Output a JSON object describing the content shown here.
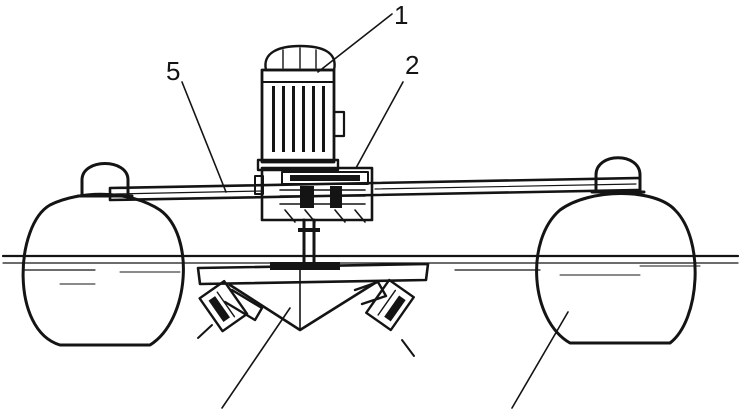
{
  "callouts": {
    "c1": "1",
    "c2": "2",
    "c5": "5"
  },
  "colors": {
    "ink": "#141414",
    "background": "#ffffff"
  }
}
